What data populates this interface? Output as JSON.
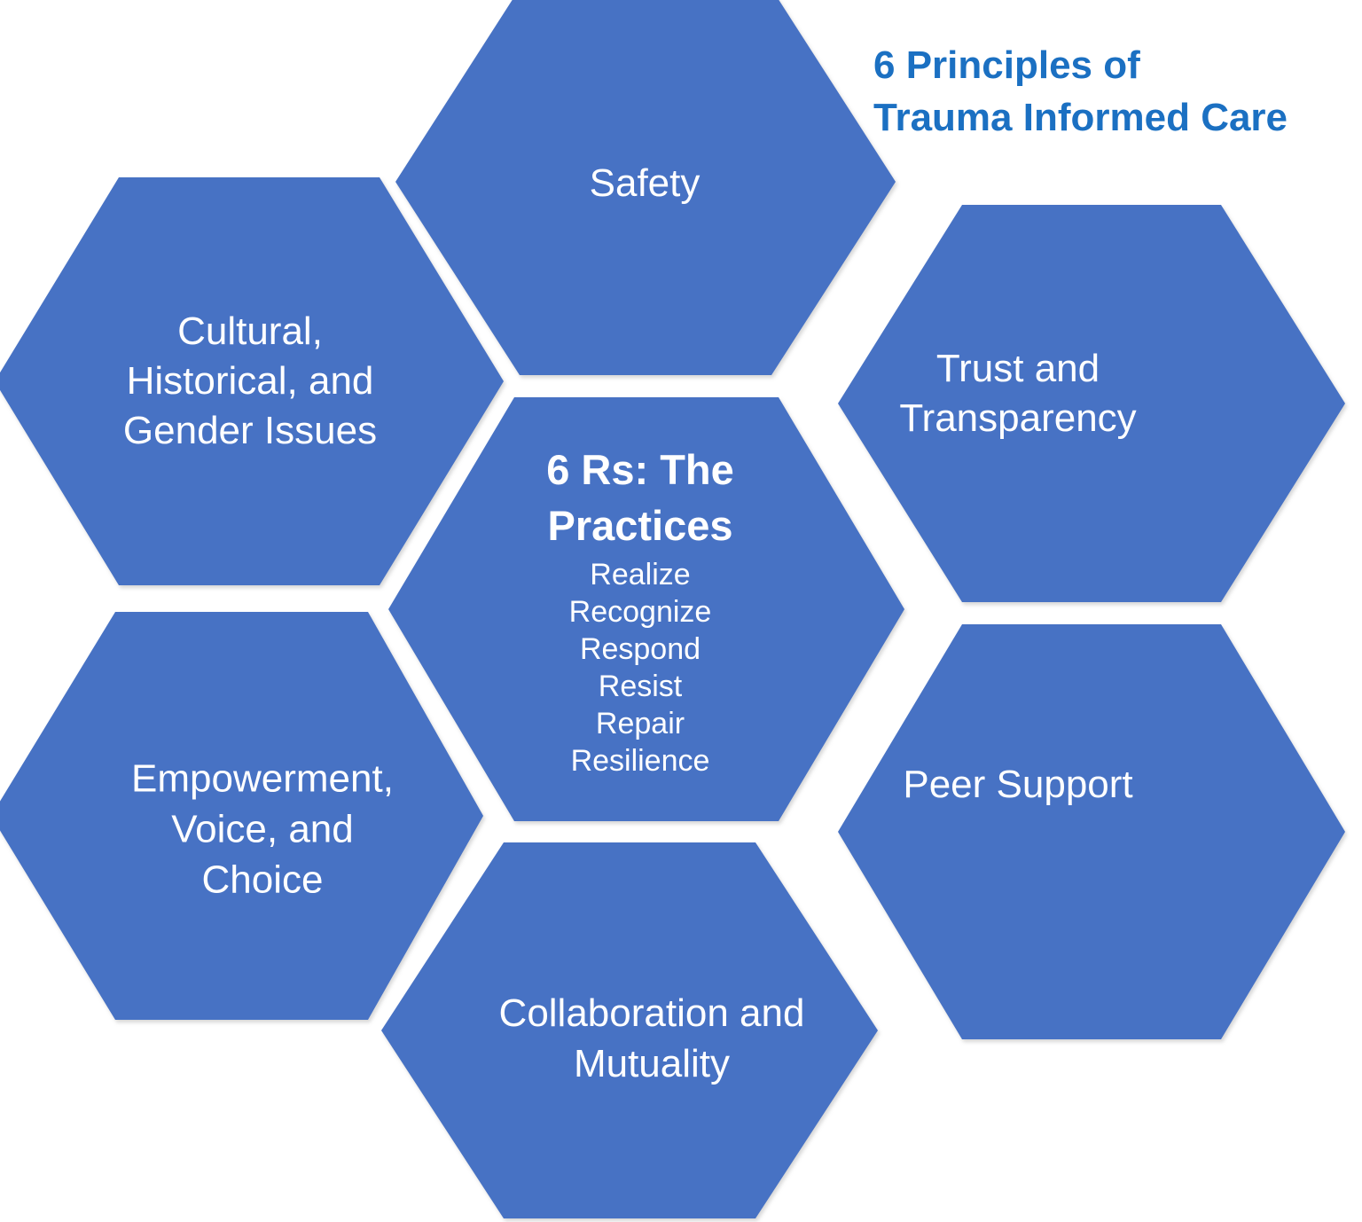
{
  "title": {
    "lines": [
      "6 Principles of",
      "Trauma Informed Care"
    ]
  },
  "colors": {
    "hexagon_fill": "#4772C4",
    "title_text": "#1B70C2",
    "label_text": "#FFFFFF",
    "background": "#FFFFFF"
  },
  "hexagons": {
    "safety": {
      "label": "Safety"
    },
    "cultural": {
      "lines": [
        "Cultural,",
        "Historical, and",
        "Gender Issues"
      ]
    },
    "trust": {
      "lines": [
        "Trust and",
        "Transparency"
      ]
    },
    "center": {
      "heading_lines": [
        "6 Rs: The",
        "Practices"
      ],
      "practices": [
        "Realize",
        "Recognize",
        "Respond",
        "Resist",
        "Repair",
        "Resilience"
      ]
    },
    "empowerment": {
      "lines": [
        "Empowerment,",
        "Voice, and",
        "Choice"
      ]
    },
    "peer": {
      "label": "Peer Support"
    },
    "collaboration": {
      "lines": [
        "Collaboration and",
        "Mutuality"
      ]
    }
  }
}
